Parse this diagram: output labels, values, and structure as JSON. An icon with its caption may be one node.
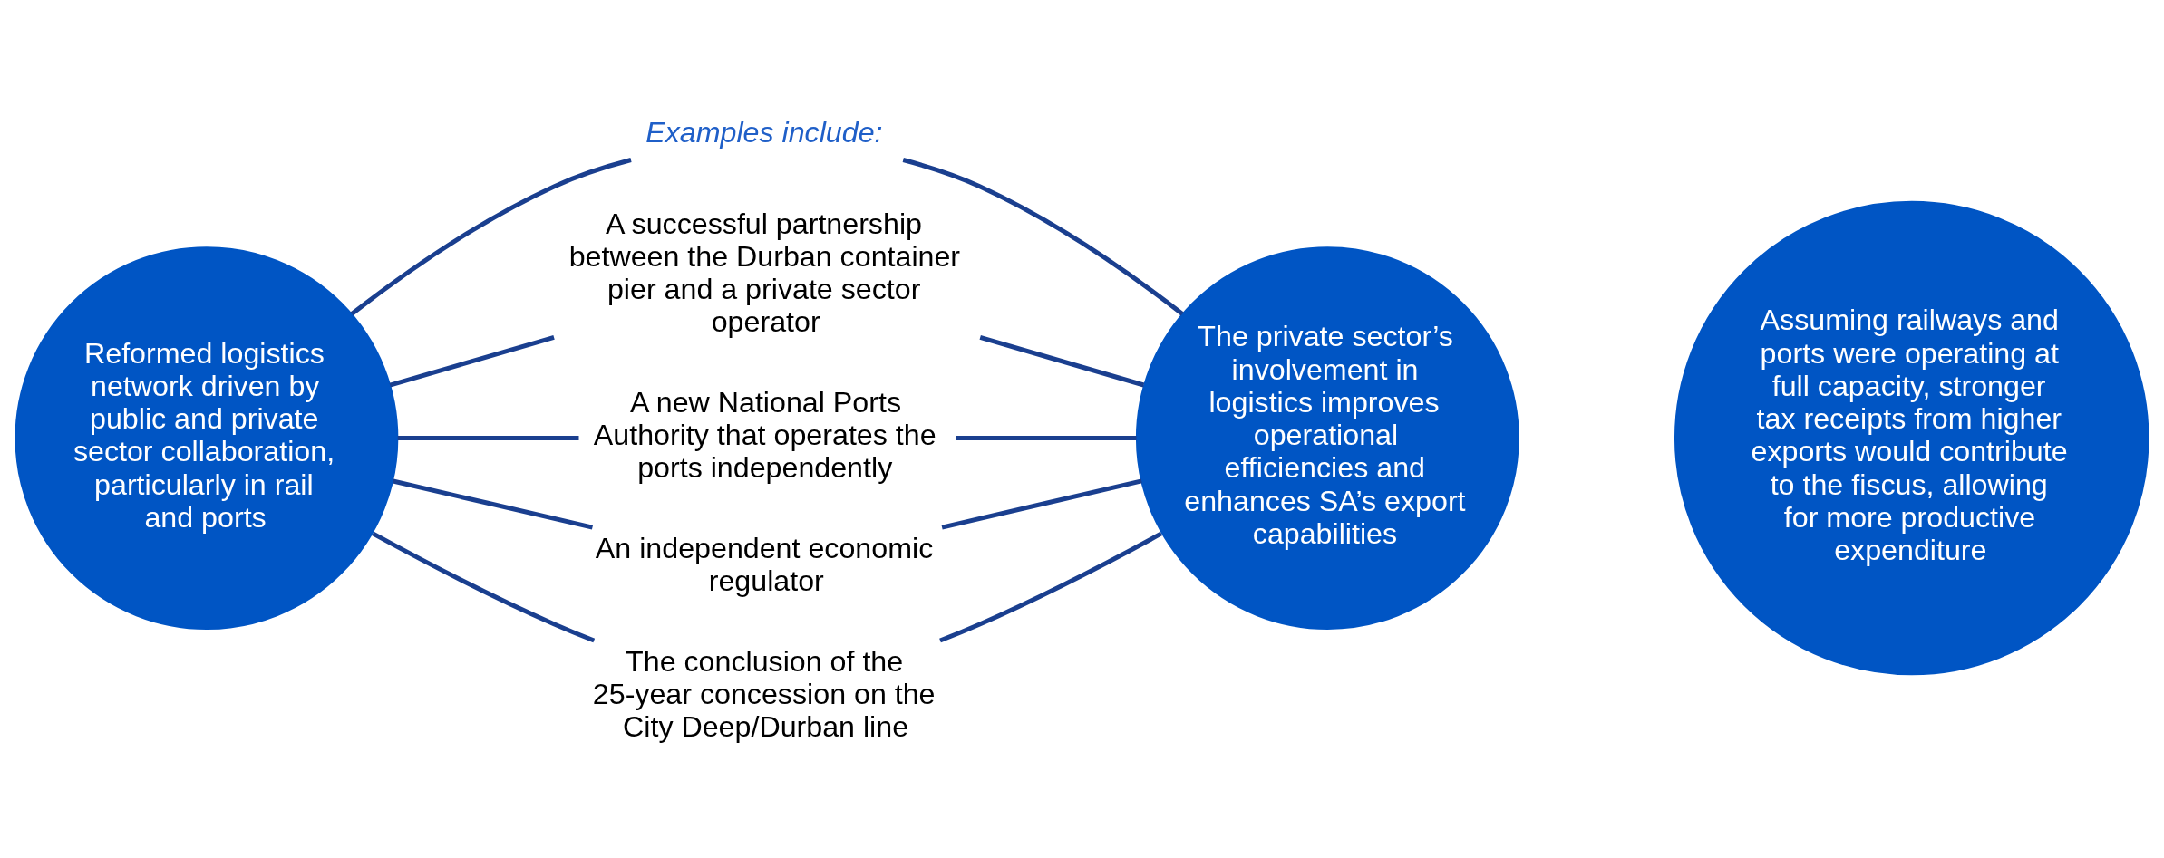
{
  "diagram": {
    "nodes": [
      {
        "text": [
          "Reformed logistics network driven by public and private sector collaboration, particularly in rail and ports"
        ]
      },
      {
        "text": [
          "Examples include:"
        ]
      },
      {
        "text": [
          "A successful partnership between the Durban container pier and a private sector operator"
        ]
      },
      {
        "text": [
          "A new National Ports Authority that operates the ports independently"
        ]
      },
      {
        "text": [
          "An independent economic regulator"
        ]
      },
      {
        "text": [
          "The conclusion of the 25-year concession on the City Deep/Durban line"
        ]
      },
      {
        "text": [
          "The private sector’s involvement in logistics improves operational efficiencies and enhances SA’s export capabilities"
        ]
      },
      {
        "text": [
          "Assuming railways and ports were operating at full capacity, stronger tax receipts from higher exports would contribute to the fiscus, allowing for more productive expenditure"
        ]
      }
    ],
    "edges": [
      {
        "from": 0,
        "to": 1,
        "arrow": "none"
      },
      {
        "from": 0,
        "to": 2,
        "arrow": "none"
      },
      {
        "from": 0,
        "to": 3,
        "arrow": "none"
      },
      {
        "from": 0,
        "to": 4,
        "arrow": "none"
      },
      {
        "from": 0,
        "to": 5,
        "arrow": "none"
      },
      {
        "from": 1,
        "to": 6,
        "arrow": "none"
      },
      {
        "from": 2,
        "to": 6,
        "arrow": "none"
      },
      {
        "from": 3,
        "to": 6,
        "arrow": "none"
      },
      {
        "from": 4,
        "to": 6,
        "arrow": "none"
      },
      {
        "from": 5,
        "to": 6,
        "arrow": "none"
      }
    ]
  }
}
